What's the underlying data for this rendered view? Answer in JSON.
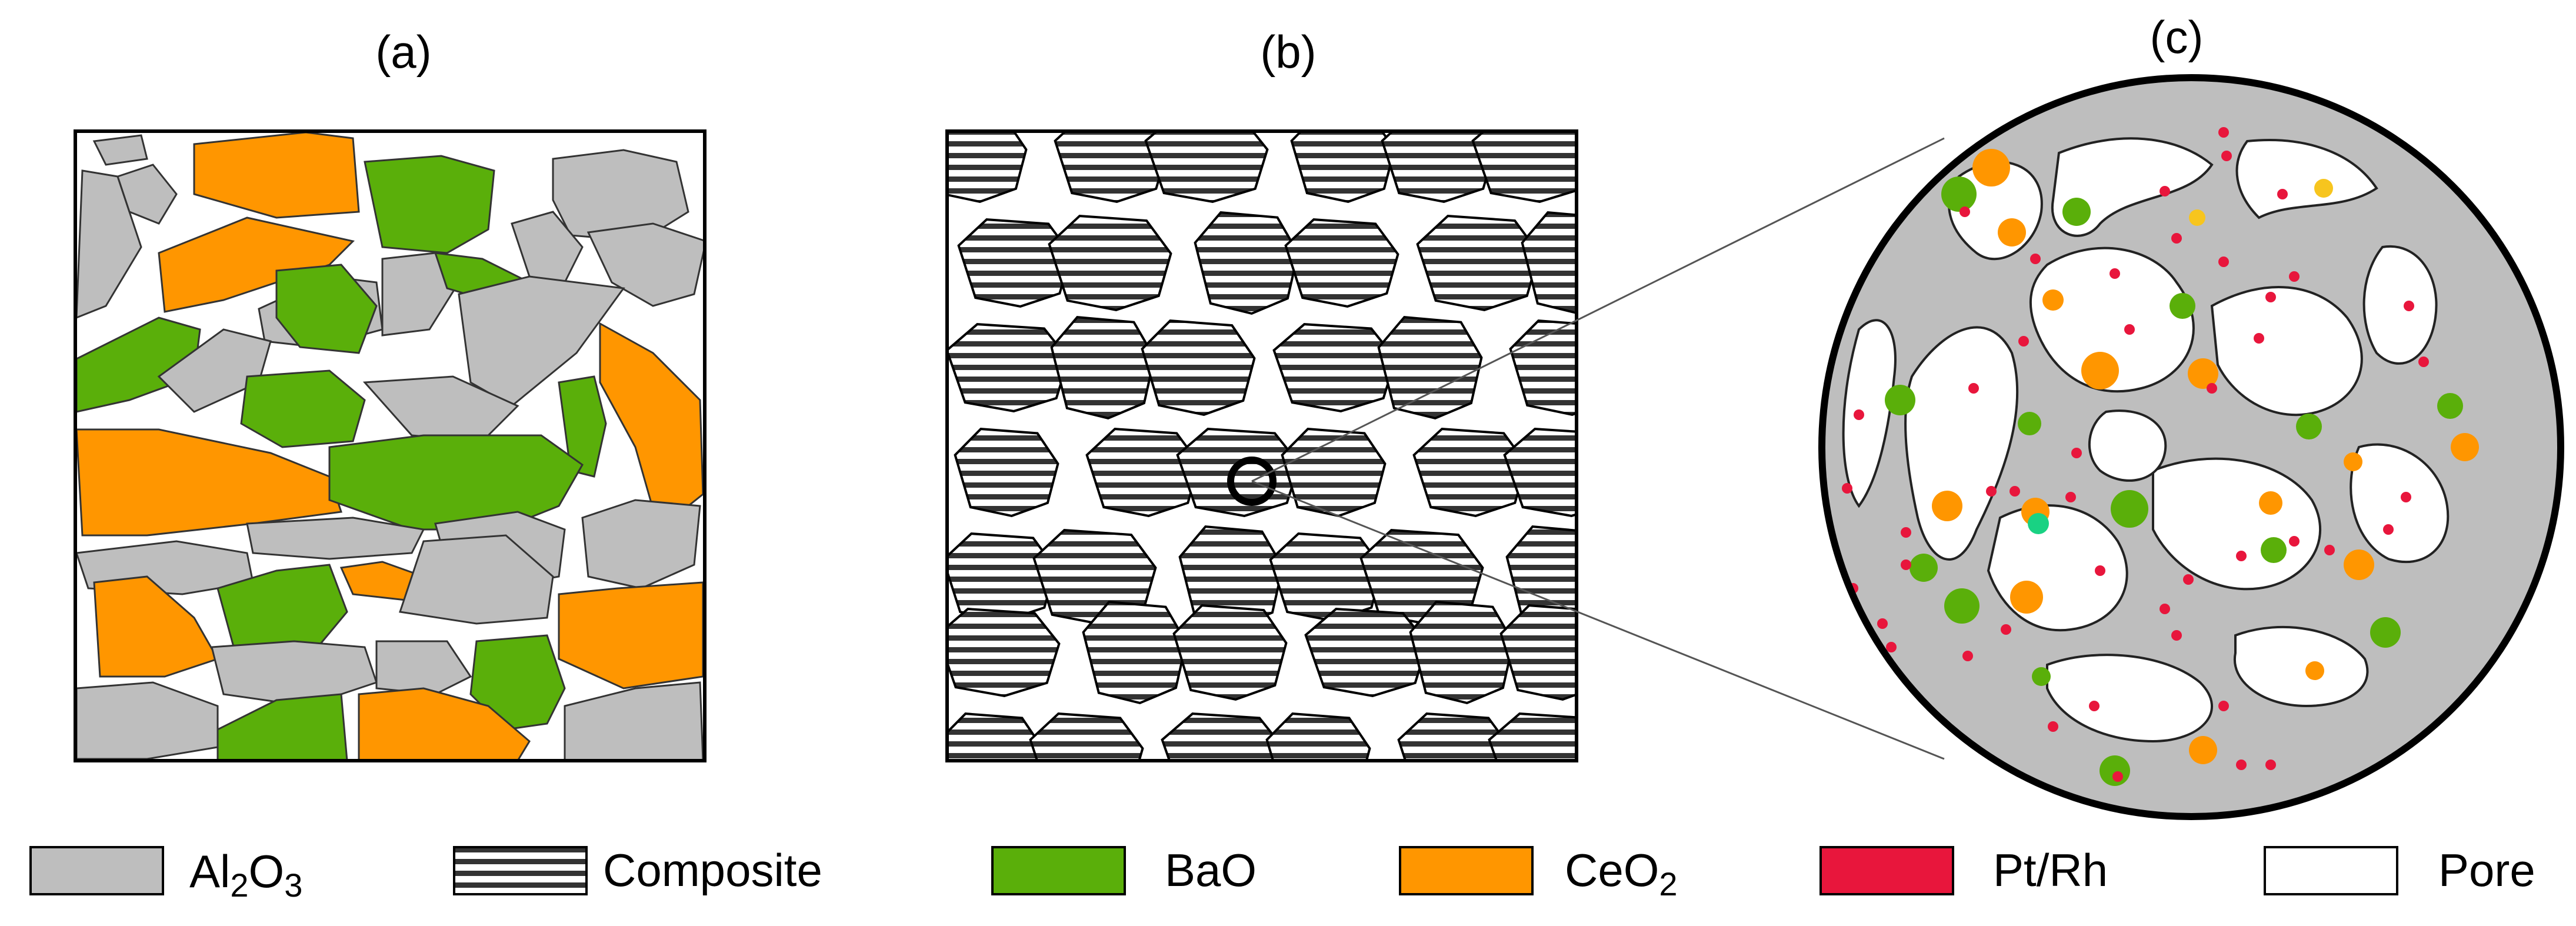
{
  "panels": [
    {
      "label": "(a)"
    },
    {
      "label": "(b)"
    },
    {
      "label": "(c)"
    }
  ],
  "legend": [
    {
      "name": "Al2O3",
      "base": "Al",
      "sub1": "2",
      "mid": "O",
      "sub2": "3",
      "swatch": "gray"
    },
    {
      "name": "Composite",
      "text": "Composite",
      "swatch": "hatch"
    },
    {
      "name": "BaO",
      "text": "BaO",
      "swatch": "green"
    },
    {
      "name": "CeO2",
      "base": "CeO",
      "sub1": "2",
      "swatch": "orange"
    },
    {
      "name": "Pt/Rh",
      "text": "Pt/Rh",
      "swatch": "red"
    },
    {
      "name": "Pore",
      "text": "Pore",
      "swatch": "white"
    }
  ],
  "colors": {
    "al2o3": "#BEBEBE",
    "bao": "#5AAF0A",
    "ceo2": "#FF9600",
    "ptrh": "#E8163C",
    "pore": "#FFFFFF",
    "hatch": "#333333",
    "outline": "#000000"
  }
}
